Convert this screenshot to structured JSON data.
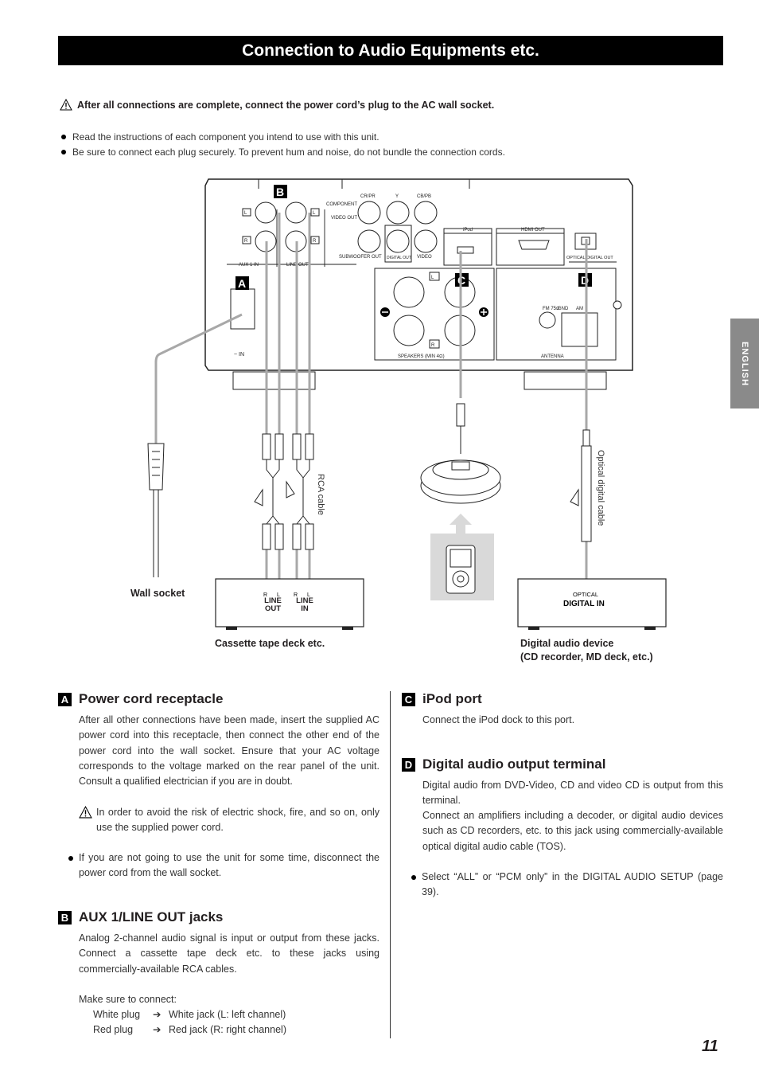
{
  "title": "Connection to Audio Equipments etc.",
  "warning": "After all connections are complete, connect the power cord’s plug to the AC wall socket.",
  "bullets": [
    "Read the instructions of each component you intend to use with this unit.",
    "Be sure to connect each plug securely. To prevent hum and noise, do not bundle the connection cords."
  ],
  "side_tab": "ENGLISH",
  "diagram": {
    "letters": {
      "a": "A",
      "b": "B",
      "c": "C",
      "d": "D"
    },
    "panel": {
      "component": "COMPONENT",
      "cr_pr": "CR/PR",
      "y": "Y",
      "cb_pb": "CB/PB",
      "video_out": "VIDEO OUT",
      "subwoofer_out": "SUBWOOFER OUT",
      "digital_out": "DIGITAL OUT",
      "video": "VIDEO",
      "ipod": "iPod",
      "hdmi_out": "HDMI OUT",
      "optical_digital_out": "OPTICAL DIGITAL OUT",
      "aux1": "AUX 1 IN",
      "line_out": "LINE OUT",
      "speakers": "SPEAKERS (MIN 4Ω)",
      "antenna": "ANTENNA",
      "fm": "FM 75Ω",
      "gnd": "GND",
      "am": "AM",
      "ac_in": "~ IN",
      "l": "L",
      "r": "R"
    },
    "rca_cable": "RCA cable",
    "optical_cable": "Optical digital cable",
    "wall_socket": "Wall socket",
    "deck": {
      "r": "R",
      "l": "L",
      "line_out": "LINE OUT",
      "line_in": "LINE IN",
      "caption": "Cassette tape deck etc."
    },
    "digital_device": {
      "optical": "OPTICAL",
      "digital_in": "DIGITAL IN",
      "caption_1": "Digital audio device",
      "caption_2": "(CD recorder, MD deck, etc.)"
    }
  },
  "sections": {
    "a": {
      "letter": "A",
      "title": "Power cord receptacle",
      "body": "After all other connections have been made, insert the supplied AC power cord into this receptacle, then connect the other end of the power cord into the wall socket. Ensure that your AC voltage corresponds to the voltage marked on the rear panel of the unit. Consult a qualified electrician if you are in doubt.",
      "warning": "In order to avoid the risk of electric shock, fire, and so on, only use the supplied power cord.",
      "bullet": "If you are not going to use the unit for some time, disconnect the power cord from the wall socket."
    },
    "b": {
      "letter": "B",
      "title": "AUX 1/LINE OUT jacks",
      "body": "Analog 2-channel audio signal is input or output from these jacks. Connect a cassette tape deck etc. to these jacks using commercially-available RCA cables.",
      "make_sure": "Make sure to connect:",
      "rows": [
        {
          "plug": "White plug",
          "jack": "White jack (L: left channel)"
        },
        {
          "plug": "Red plug",
          "jack": "Red jack (R: right channel)"
        }
      ]
    },
    "c": {
      "letter": "C",
      "title": "iPod port",
      "body": "Connect the iPod dock to this port."
    },
    "d": {
      "letter": "D",
      "title": "Digital audio output terminal",
      "body1": "Digital audio from DVD-Video, CD and video CD is output from this terminal.",
      "body2": "Connect an amplifiers including a decoder, or digital audio devices such as CD recorders, etc. to this jack using commercially-available optical digital audio cable (TOS).",
      "bullet": "Select “ALL” or “PCM only” in the DIGITAL AUDIO SETUP (page 39)."
    }
  },
  "page_number": "11"
}
